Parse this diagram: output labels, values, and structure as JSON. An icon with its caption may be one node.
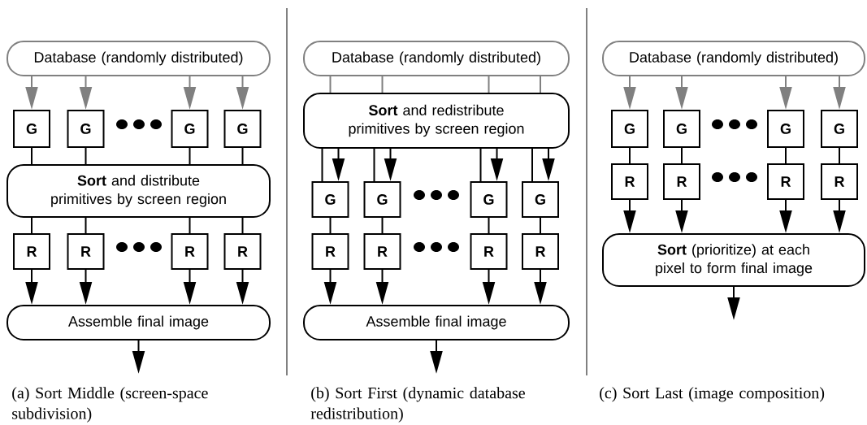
{
  "diagram": {
    "nodes": [
      {
        "text": [
          "Database (randomly distributed)"
        ]
      },
      {
        "text": [
          "G"
        ]
      },
      {
        "text": [
          "G"
        ]
      },
      {
        "text": [
          "G"
        ]
      },
      {
        "text": [
          "G"
        ]
      },
      {
        "text": [
          "**Sort** and distribute primitives by screen region"
        ]
      },
      {
        "text": [
          "R"
        ]
      },
      {
        "text": [
          "R"
        ]
      },
      {
        "text": [
          "R"
        ]
      },
      {
        "text": [
          "R"
        ]
      },
      {
        "text": [
          "Assemble final image"
        ]
      },
      {
        "text": [
          "Database (randomly distributed)"
        ]
      },
      {
        "text": [
          "**Sort** and redistribute primitives by screen region"
        ]
      },
      {
        "text": [
          "G"
        ]
      },
      {
        "text": [
          "G"
        ]
      },
      {
        "text": [
          "G"
        ]
      },
      {
        "text": [
          "G"
        ]
      },
      {
        "text": [
          "R"
        ]
      },
      {
        "text": [
          "R"
        ]
      },
      {
        "text": [
          "R"
        ]
      },
      {
        "text": [
          "R"
        ]
      },
      {
        "text": [
          "Assemble final image"
        ]
      },
      {
        "text": [
          "Database (randomly distributed)"
        ]
      },
      {
        "text": [
          "G"
        ]
      },
      {
        "text": [
          "G"
        ]
      },
      {
        "text": [
          "G"
        ]
      },
      {
        "text": [
          "G"
        ]
      },
      {
        "text": [
          "R"
        ]
      },
      {
        "text": [
          "R"
        ]
      },
      {
        "text": [
          "R"
        ]
      },
      {
        "text": [
          "R"
        ]
      },
      {
        "text": [
          "**Sort** (prioritize) at each pixel to form final image"
        ]
      }
    ],
    "edges": [
      {
        "from": 0,
        "to": 1,
        "arrow": "to",
        "color": "#808080"
      },
      {
        "from": 0,
        "to": 2,
        "arrow": "to",
        "color": "#808080"
      },
      {
        "from": 0,
        "to": 3,
        "arrow": "to",
        "color": "#808080"
      },
      {
        "from": 0,
        "to": 4,
        "arrow": "to",
        "color": "#808080"
      },
      {
        "from": 1,
        "to": 5,
        "arrow": "none"
      },
      {
        "from": 2,
        "to": 5,
        "arrow": "none"
      },
      {
        "from": 3,
        "to": 5,
        "arrow": "none"
      },
      {
        "from": 4,
        "to": 5,
        "arrow": "none"
      },
      {
        "from": 5,
        "to": 6,
        "arrow": "none"
      },
      {
        "from": 5,
        "to": 7,
        "arrow": "none"
      },
      {
        "from": 5,
        "to": 8,
        "arrow": "none"
      },
      {
        "from": 5,
        "to": 9,
        "arrow": "none"
      },
      {
        "from": 6,
        "to": 10,
        "arrow": "to"
      },
      {
        "from": 7,
        "to": 10,
        "arrow": "to"
      },
      {
        "from": 8,
        "to": 10,
        "arrow": "to"
      },
      {
        "from": 9,
        "to": 10,
        "arrow": "to"
      },
      {
        "from": 10,
        "to": null,
        "arrow": "to"
      },
      {
        "from": 11,
        "to": 12,
        "arrow": "none",
        "color": "#808080"
      },
      {
        "from": 11,
        "to": 12,
        "arrow": "none",
        "color": "#808080"
      },
      {
        "from": 11,
        "to": 12,
        "arrow": "none",
        "color": "#808080"
      },
      {
        "from": 11,
        "to": 12,
        "arrow": "none",
        "color": "#808080"
      },
      {
        "from": 12,
        "to": 13,
        "arrow": "none"
      },
      {
        "from": 12,
        "to": 13,
        "arrow": "to"
      },
      {
        "from": 12,
        "to": 14,
        "arrow": "none"
      },
      {
        "from": 12,
        "to": 14,
        "arrow": "to"
      },
      {
        "from": 12,
        "to": 15,
        "arrow": "none"
      },
      {
        "from": 12,
        "to": 15,
        "arrow": "to"
      },
      {
        "from": 12,
        "to": 16,
        "arrow": "none"
      },
      {
        "from": 12,
        "to": 16,
        "arrow": "to"
      },
      {
        "from": 13,
        "to": 17,
        "arrow": "none"
      },
      {
        "from": 14,
        "to": 18,
        "arrow": "none"
      },
      {
        "from": 15,
        "to": 19,
        "arrow": "none"
      },
      {
        "from": 16,
        "to": 20,
        "arrow": "none"
      },
      {
        "from": 17,
        "to": 21,
        "arrow": "to"
      },
      {
        "from": 18,
        "to": 21,
        "arrow": "to"
      },
      {
        "from": 19,
        "to": 21,
        "arrow": "to"
      },
      {
        "from": 20,
        "to": 21,
        "arrow": "to"
      },
      {
        "from": 21,
        "to": null,
        "arrow": "to"
      },
      {
        "from": 22,
        "to": 23,
        "arrow": "to",
        "color": "#808080"
      },
      {
        "from": 22,
        "to": 24,
        "arrow": "to",
        "color": "#808080"
      },
      {
        "from": 22,
        "to": 25,
        "arrow": "to",
        "color": "#808080"
      },
      {
        "from": 22,
        "to": 26,
        "arrow": "to",
        "color": "#808080"
      },
      {
        "from": 23,
        "to": 27,
        "arrow": "none"
      },
      {
        "from": 24,
        "to": 28,
        "arrow": "none"
      },
      {
        "from": 25,
        "to": 29,
        "arrow": "none"
      },
      {
        "from": 26,
        "to": 30,
        "arrow": "none"
      },
      {
        "from": 27,
        "to": 31,
        "arrow": "to"
      },
      {
        "from": 28,
        "to": 31,
        "arrow": "to"
      },
      {
        "from": 29,
        "to": 31,
        "arrow": "to"
      },
      {
        "from": 30,
        "to": 31,
        "arrow": "to"
      },
      {
        "from": 31,
        "to": null,
        "arrow": "to"
      }
    ],
    "labels": [
      "(a)  Sort Middle (screen-space subdivision)",
      "(b)  Sort First (dynamic database redistribution)",
      "(c)  Sort Last (image composition)"
    ]
  }
}
